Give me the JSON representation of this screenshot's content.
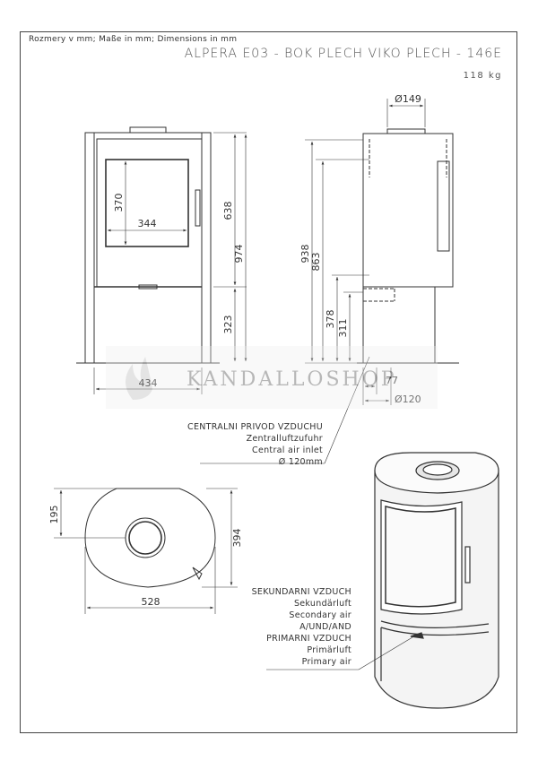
{
  "header": {
    "units_note": "Rozmery v mm; Maße in mm; Dimensions in mm",
    "title": "ALPERA E03 - BOK PLECH VIKO PLECH - 146E",
    "weight": "118 kg"
  },
  "front_view": {
    "dim_width": "434",
    "dim_glass_width": "344",
    "dim_glass_height": "370",
    "dim_door_height": "638",
    "dim_total_height": "974",
    "dim_lower_height": "323"
  },
  "side_view": {
    "dim_flue_diameter": "Ø149",
    "dim_flue_height": "938",
    "dim_top_height": "863",
    "dim_air_height": "378",
    "dim_inlet_height": "311",
    "dim_offset": "77",
    "dim_inlet_diameter": "Ø120"
  },
  "top_view": {
    "dim_depth_center": "195",
    "dim_depth_total": "394",
    "dim_width": "528"
  },
  "labels": {
    "central_air": [
      "CENTRALNI PRIVOD VZDUCHU",
      "Zentralluftzufuhr",
      "Central air inlet",
      "Ø 120mm"
    ],
    "secondary_air": [
      "SEKUNDARNI VZDUCH",
      "Sekundärluft",
      "Secondary air",
      "A/UND/AND",
      "PRIMARNI VZDUCH",
      "Primärluft",
      "Primary air"
    ]
  },
  "watermark": {
    "text": "KANDALLOSHOP"
  },
  "colors": {
    "line": "#333333",
    "stove_fill": "#f4f4f4",
    "watermark": "#c9c9c9"
  }
}
